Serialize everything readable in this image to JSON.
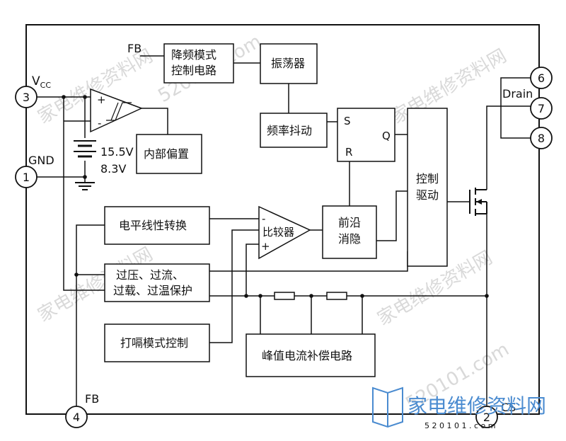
{
  "pins": {
    "p1": "1",
    "p2": "2",
    "p3": "3",
    "p4": "4",
    "p6": "6",
    "p7": "7",
    "p8": "8"
  },
  "labels": {
    "fb_top": "FB",
    "vcc_main": "V",
    "vcc_sub": "CC",
    "gnd": "GND",
    "fb_bottom": "FB",
    "cs": "CS",
    "drain": "Drain",
    "s": "S",
    "r": "R",
    "q": "Q",
    "v_high": "15.5V",
    "v_low": "8.3V",
    "plus": "+",
    "minus": "-",
    "comp_minus": "-",
    "comp_plus": "+"
  },
  "blocks": {
    "freq_reduce_1": "降频模式",
    "freq_reduce_2": "控制电路",
    "oscillator": "振荡器",
    "jitter": "频率抖动",
    "internal_bias": "内部偏置",
    "drive_1": "控制",
    "drive_2": "驱动",
    "level_shift": "电平线性转换",
    "comparator": "比较器",
    "leb_1": "前沿",
    "leb_2": "消隐",
    "protect_1": "过压、过流、",
    "protect_2": "过载、过温保护",
    "hiccup": "打嗝模式控制",
    "peak_comp": "峰值电流补偿电路"
  },
  "watermark": {
    "text_cn": "家电维修资料网",
    "text_num": "520101.com",
    "logo_text": "家电维修资料网",
    "logo_url": "5 2 0 1 0 1 . c o m"
  }
}
